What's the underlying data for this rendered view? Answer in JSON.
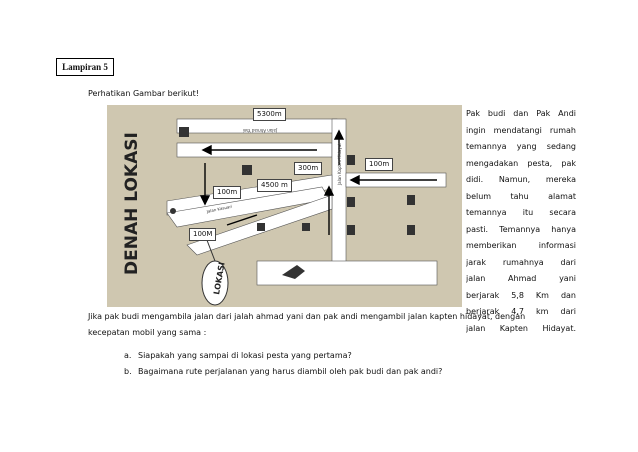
{
  "attachment_label": "Lampiran 5",
  "intro": "Perhatikan Gambar berikut!",
  "side_lines": [
    "Pak budi dan Pak Andi",
    "ingin mendatangi rumah",
    "temannya yang sedang",
    "mengadakan pesta, pak",
    "didi. Namun, mereka",
    "belum tahu alamat",
    "temannya itu secara",
    "pasti. Temannya hanya",
    "memberikan informasi",
    "jarak rumahnya dari",
    "jalan Ahmad yani",
    "berjarak 5,8 Km dan",
    "berjarak 4,7 km dari",
    "jalan Kapten Hidayat."
  ],
  "paragraph_line1": "Jika pak budi mengambila jalan dari jalah ahmad yani dan pak andi mengambil jalan kapten hidayat, dengan",
  "paragraph_line2": "kecepatan mobil yang sama :",
  "questions": [
    {
      "num": "a.",
      "text": "Siapakah yang sampai di lokasi pesta yang pertama?"
    },
    {
      "num": "b.",
      "text": "Bagaimana rute perjalanan yang harus diambil oleh pak budi dan pak andi?"
    }
  ],
  "map": {
    "title": "DENAH LOKASI",
    "lokasi": "LOKASI",
    "dist_5300": "5300m",
    "dist_300": "300m",
    "dist_100_right": "100m",
    "dist_4500": "4500 m",
    "dist_100_left": "100m",
    "dist_100M": "100M",
    "road_ahmad_yani": "Jalan Ahmad Yani",
    "road_kapten_hidayat": "Jalan Kapten Hidayat",
    "road_kasuari": "Jalan Kasuari",
    "colors": {
      "background": "#cfc7b0",
      "road": "#ffffff",
      "text": "#222222"
    }
  }
}
